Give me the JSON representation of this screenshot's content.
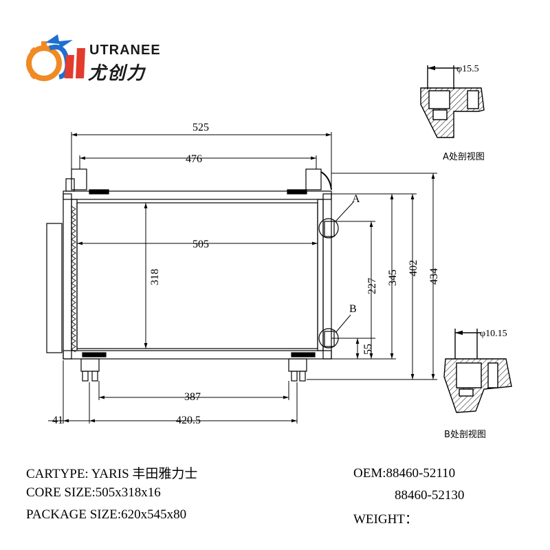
{
  "brand": {
    "name_en": "UTRANEE",
    "name_cn": "尤创力",
    "colors": {
      "orange": "#f08a24",
      "blue": "#1f6fd1",
      "red": "#e23c2c"
    }
  },
  "dimensions": {
    "overall_width": "525",
    "tank_span": "476",
    "core_width": "505",
    "core_height": "318",
    "port_spacing": "227",
    "height_345": "345",
    "height_402": "402",
    "overall_height": "434",
    "port_b_offset": "55",
    "bracket_spacing": "387",
    "side_offset": "41",
    "bracket_span": "420.5"
  },
  "callouts": {
    "a_label": "A",
    "b_label": "B",
    "a_diameter": "φ15.5",
    "b_diameter": "φ10.15",
    "a_view_caption": "A处剖视图",
    "b_view_caption": "B处剖视图"
  },
  "specs": {
    "cartype": "CARTYPE: YARIS  丰田雅力士",
    "core_size": "CORE SIZE:505x318x16",
    "package_size": "PACKAGE SIZE:620x545x80",
    "oem_1": "OEM:88460-52110",
    "oem_2": "88460-52130",
    "weight": "WEIGHT："
  }
}
